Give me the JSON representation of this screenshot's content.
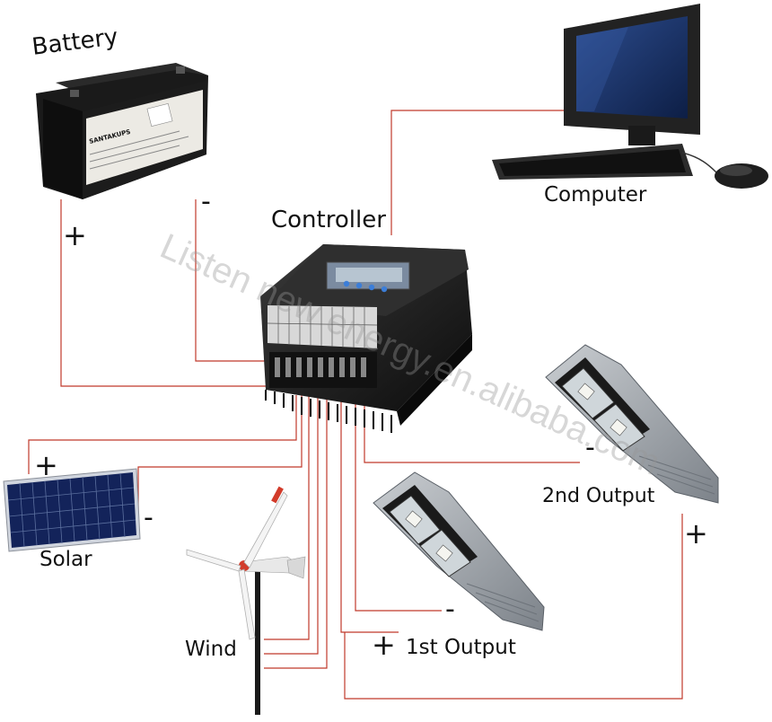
{
  "labels": {
    "battery": "Battery",
    "computer": "Computer",
    "controller": "Controller",
    "solar": "Solar",
    "wind": "Wind",
    "output1": "1st  Output",
    "output2": "2nd Output"
  },
  "signs": {
    "battery_plus": "+",
    "battery_minus": "-",
    "solar_plus": "+",
    "solar_minus": "-",
    "out1_plus": "+",
    "out1_minus": "-",
    "out2_plus": "+",
    "out2_minus": "-"
  },
  "devices": {
    "battery_brand": "SANTAKUPS"
  },
  "watermark": "Listen new energy.en.alibaba.com",
  "colors": {
    "wire": "#c0392b",
    "device_dark": "#1b1b1b",
    "panel_blue": "#1f3a78",
    "lamp_body": "#9aa0a6"
  }
}
